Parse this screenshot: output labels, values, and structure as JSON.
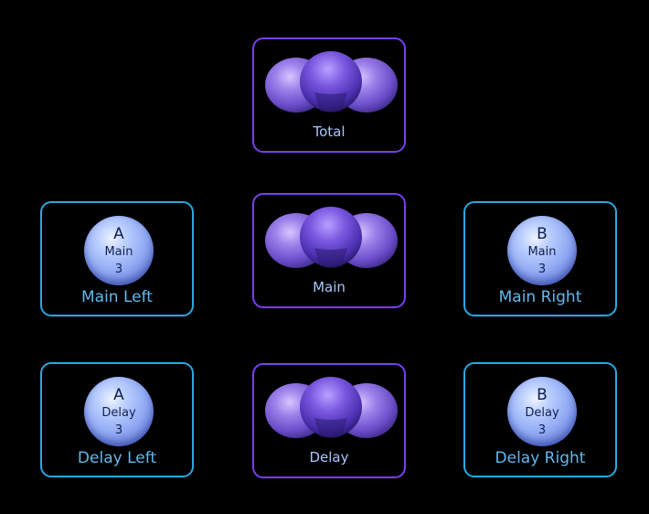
{
  "groups": {
    "total": {
      "label": "Total",
      "icon": "speaker-group-icon"
    },
    "main": {
      "label": "Main",
      "icon": "speaker-group-icon"
    },
    "delay": {
      "label": "Delay",
      "icon": "speaker-group-icon"
    }
  },
  "singles": {
    "main_left": {
      "letter": "A",
      "type": "Main",
      "number": "3",
      "label": "Main Left"
    },
    "main_right": {
      "letter": "B",
      "type": "Main",
      "number": "3",
      "label": "Main Right"
    },
    "delay_left": {
      "letter": "A",
      "type": "Delay",
      "number": "3",
      "label": "Delay Left"
    },
    "delay_right": {
      "letter": "B",
      "type": "Delay",
      "number": "3",
      "label": "Delay Right"
    }
  },
  "colors": {
    "background": "#000000",
    "group_border": "#7a3ff0",
    "single_border": "#2aa8e0",
    "group_label": "#a8c6ff",
    "single_label": "#63b8ee"
  }
}
